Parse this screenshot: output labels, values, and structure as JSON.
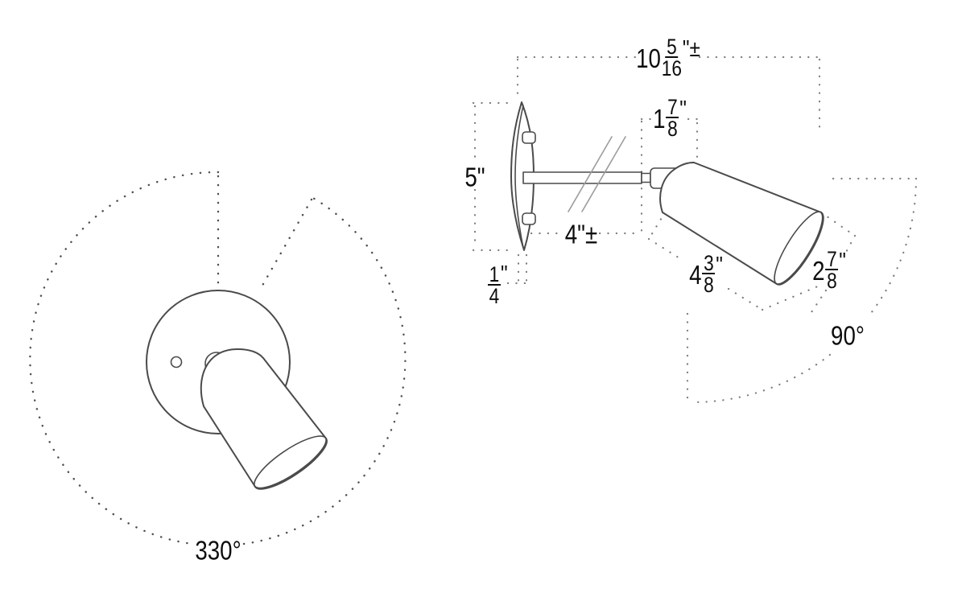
{
  "drawing": {
    "front_view": {
      "rotation_range": "330°"
    },
    "side_view": {
      "overall_depth": {
        "whole": "10",
        "num": "5",
        "den": "16",
        "suffix": "\"±"
      },
      "swivel_length": {
        "whole": "1",
        "num": "7",
        "den": "8",
        "suffix": "\""
      },
      "backplate_diameter": "5\"",
      "arm_length": "4\"±",
      "backplate_thickness": {
        "num": "1",
        "den": "4",
        "suffix": "\""
      },
      "shade_length": {
        "whole": "4",
        "num": "3",
        "den": "8",
        "suffix": "\""
      },
      "shade_diameter": {
        "whole": "2",
        "num": "7",
        "den": "8",
        "suffix": "\""
      },
      "tilt_range": "90°"
    }
  }
}
